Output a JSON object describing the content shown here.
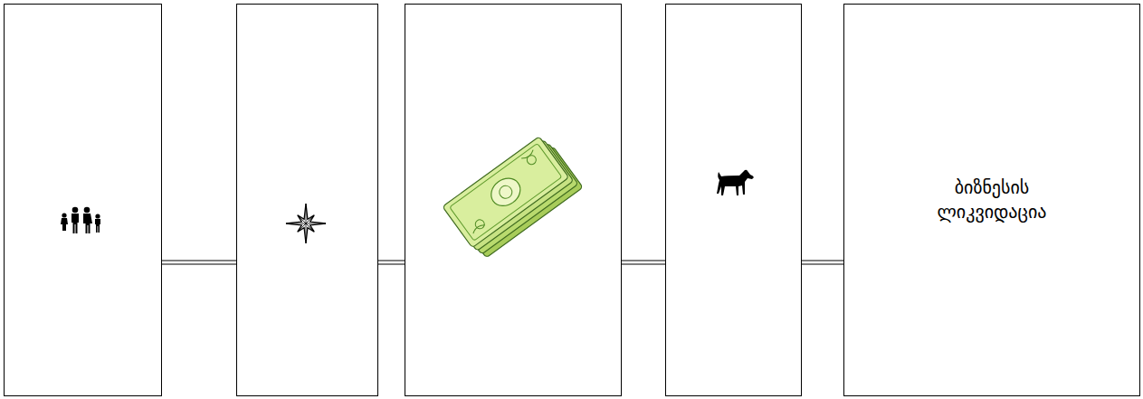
{
  "diagram": {
    "nodes": [
      {
        "text": []
      },
      {
        "text": []
      },
      {
        "text": []
      },
      {
        "text": []
      },
      {
        "text": [
          "ბიზნესის ლიკვიდაცია"
        ]
      }
    ],
    "edges": [
      {
        "from": 0,
        "to": 1,
        "arrow": "none"
      },
      {
        "from": 1,
        "to": 2,
        "arrow": "none"
      },
      {
        "from": 2,
        "to": 3,
        "arrow": "none"
      },
      {
        "from": 3,
        "to": 4,
        "arrow": "none"
      }
    ]
  }
}
